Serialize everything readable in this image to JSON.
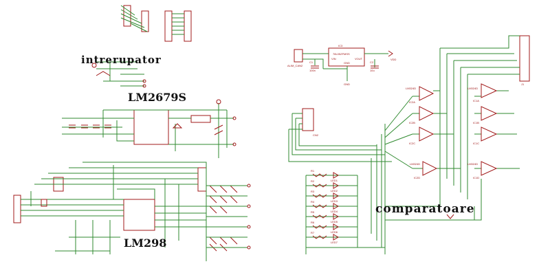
{
  "labels": {
    "intrerupator": "intrerupator",
    "lm2679s": "LM2679S",
    "lm298": "LM298",
    "comparatoare": "comparatoare"
  },
  "parts": {
    "alim": "ALIM_CAN2",
    "ic3": "IC3",
    "regulator": "78L05ZFMSS",
    "vin": "VIN",
    "vout": "VOUT",
    "gnd": "GND",
    "c1": "C1",
    "c1_val": "100n",
    "c2": "C2",
    "c2_val": "10u",
    "vdd": "VDD",
    "gnd_label": "GND",
    "comparator_type": "LM324D",
    "comp_ids": [
      "IC2A",
      "IC2B",
      "IC2C",
      "IC2D",
      "IC1A",
      "IC1B",
      "IC1C",
      "IC1D"
    ],
    "resistors": [
      "R1",
      "R2",
      "R3",
      "R4",
      "R5",
      "R6",
      "R7"
    ],
    "leds": [
      "LED1",
      "LED2",
      "LED3",
      "LED4",
      "LED5",
      "LED6",
      "LED7"
    ],
    "conn": "CN2",
    "conn_right": "J1"
  },
  "colors": {
    "wire": "#2f8a2f",
    "part": "#a01818",
    "label": "#111111"
  }
}
